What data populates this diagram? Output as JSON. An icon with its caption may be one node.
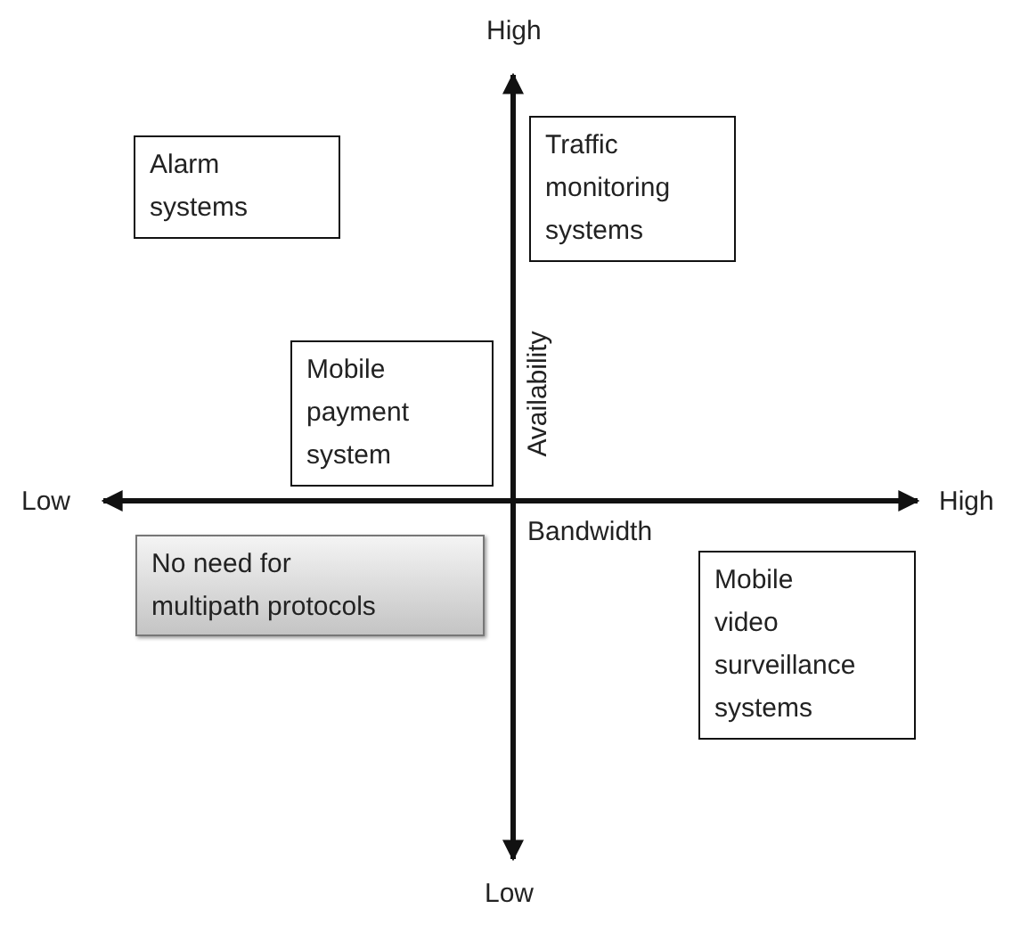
{
  "diagram": {
    "nodes": [
      {
        "text": [
          "Alarm systems"
        ]
      },
      {
        "text": [
          "Traffic monitoring systems"
        ]
      },
      {
        "text": [
          "Mobile payment system"
        ]
      },
      {
        "text": [
          "No need for multipath protocols"
        ]
      },
      {
        "text": [
          "Mobile video surveillance systems"
        ]
      }
    ],
    "labels": [
      "High",
      "Availability",
      "Low",
      "High",
      "Bandwidth",
      "Low"
    ]
  }
}
